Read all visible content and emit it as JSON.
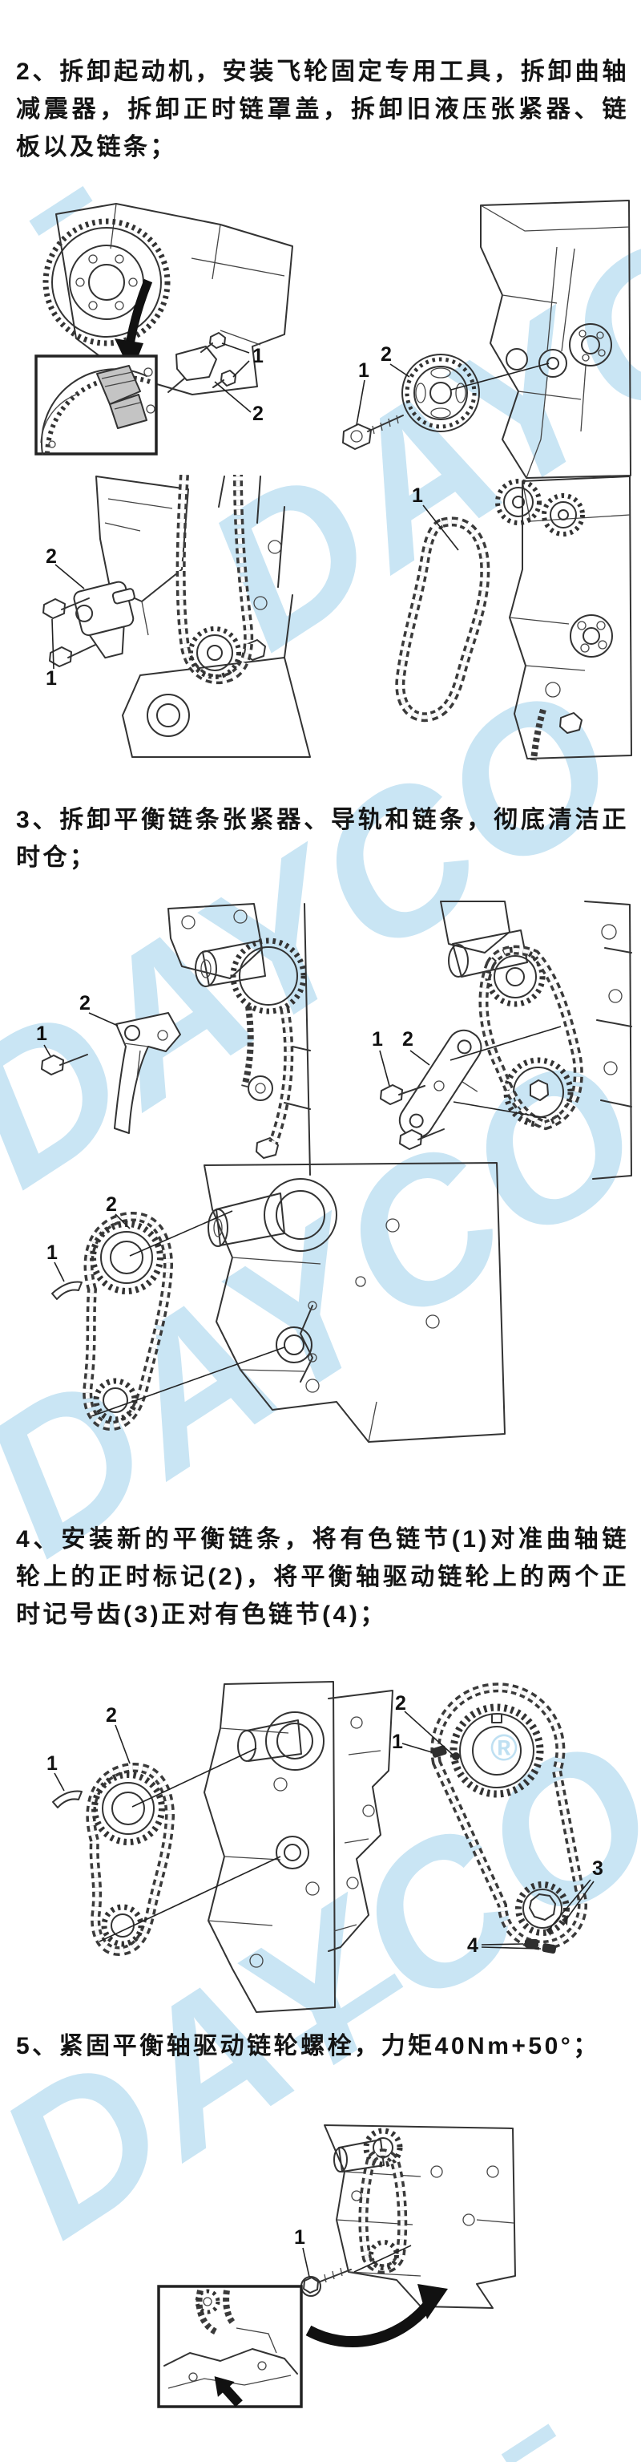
{
  "document": {
    "language": "zh-CN",
    "background_color": "#ffffff",
    "text_color": "#141414",
    "watermark": {
      "text": "DAYCO",
      "registered_mark": "®",
      "color": "#c9e5f4"
    }
  },
  "steps": [
    {
      "number": "2",
      "text": "2、拆卸起动机，安装飞轮固定专用工具，拆卸曲轴减震器，拆卸正时链罩盖，拆卸旧液压张紧器、链板以及链条；"
    },
    {
      "number": "3",
      "text": "3、拆卸平衡链条张紧器、导轨和链条，彻底清洁正时仓；"
    },
    {
      "number": "4",
      "text": "4、安装新的平衡链条，将有色链节(1)对准曲轴链轮上的正时标记(2)，将平衡轴驱动链轮上的两个正时记号齿(3)正对有色链节(4)；"
    },
    {
      "number": "5",
      "text": "5、紧固平衡轴驱动链轮螺栓，力矩40Nm+50°；"
    }
  ],
  "figures": {
    "flywheel_lock": {
      "callouts": [
        "1",
        "2"
      ]
    },
    "crank_damper": {
      "callouts": [
        "1",
        "2"
      ]
    },
    "chain_tensioner": {
      "callouts": [
        "1",
        "2"
      ]
    },
    "timing_chain": {
      "callouts": [
        "1"
      ]
    },
    "balance_tensioner": {
      "callouts": [
        "1",
        "2"
      ]
    },
    "balance_guide": {
      "callouts": [
        "1",
        "2"
      ]
    },
    "balance_chain": {
      "callouts": [
        "1",
        "2"
      ]
    },
    "new_balance_chain": {
      "callouts": [
        "1",
        "2"
      ]
    },
    "timing_marks": {
      "callouts": [
        "1",
        "2",
        "3",
        "4"
      ]
    },
    "sprocket_bolt": {
      "callouts": [
        "1"
      ]
    }
  }
}
